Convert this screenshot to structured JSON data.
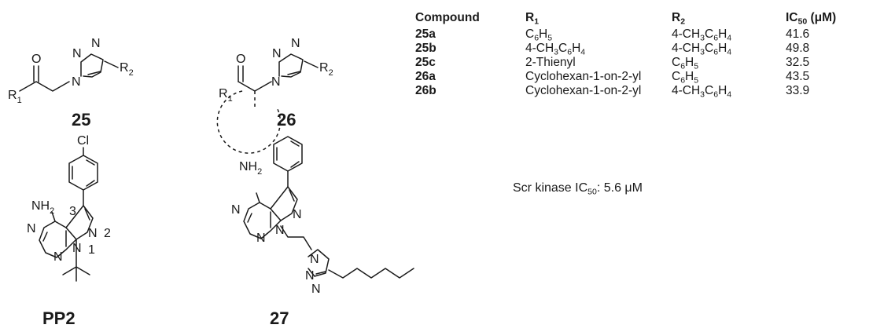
{
  "structures": {
    "s25": {
      "label": "25",
      "atoms": {
        "O": "O",
        "N1": "N",
        "N2": "N",
        "N3": "N",
        "R1": "R",
        "R1_sub": "1",
        "R2": "R",
        "R2_sub": "2"
      }
    },
    "s26": {
      "label": "26",
      "atoms": {
        "O": "O",
        "N1": "N",
        "N2": "N",
        "N3": "N",
        "R1": "R",
        "R1_sub": "1",
        "R2": "R",
        "R2_sub": "2"
      }
    },
    "pp2": {
      "label": "PP2",
      "atoms": {
        "Cl": "Cl",
        "NH": "NH",
        "NH_sub": "2",
        "Na": "N",
        "Nb": "N",
        "N2": "N",
        "N1": "N",
        "pos1": "1",
        "pos2": "2",
        "pos3": "3"
      }
    },
    "s27": {
      "label": "27",
      "atoms": {
        "NH": "NH",
        "NH_sub": "2",
        "Na": "N",
        "Nb": "N",
        "N2": "N",
        "N1": "N",
        "Nt1": "N",
        "Nt2": "N",
        "Nt3": "N"
      }
    }
  },
  "table": {
    "headers": {
      "compound": "Compound",
      "r1": "R",
      "r1_sub": "1",
      "r2": "R",
      "r2_sub": "2",
      "ic50": "IC",
      "ic50_sub": "50",
      "ic50_unit": " (μM)"
    },
    "rows": [
      {
        "compound": "25a",
        "r1": [
          [
            "C",
            "6"
          ],
          [
            "H",
            "5"
          ]
        ],
        "r2": [
          [
            "4-CH",
            "3"
          ],
          [
            "C",
            "6"
          ],
          [
            "H",
            "4"
          ]
        ],
        "ic50": "41.6"
      },
      {
        "compound": "25b",
        "r1": [
          [
            "4-CH",
            "3"
          ],
          [
            "C",
            "6"
          ],
          [
            "H",
            "4"
          ]
        ],
        "r2": [
          [
            "4-CH",
            "3"
          ],
          [
            "C",
            "6"
          ],
          [
            "H",
            "4"
          ]
        ],
        "ic50": "49.8"
      },
      {
        "compound": "25c",
        "r1": [
          [
            "2-Thienyl",
            ""
          ]
        ],
        "r2": [
          [
            "C",
            "6"
          ],
          [
            "H",
            "5"
          ]
        ],
        "ic50": "32.5"
      },
      {
        "compound": "26a",
        "r1": [
          [
            "Cyclohexan-1-on-2-yl",
            ""
          ]
        ],
        "r2": [
          [
            "C",
            "6"
          ],
          [
            "H",
            "5"
          ]
        ],
        "ic50": "43.5"
      },
      {
        "compound": "26b",
        "r1": [
          [
            "Cyclohexan-1-on-2-yl",
            ""
          ]
        ],
        "r2": [
          [
            "4-CH",
            "3"
          ],
          [
            "C",
            "6"
          ],
          [
            "H",
            "4"
          ]
        ],
        "ic50": "33.9"
      }
    ]
  },
  "note": {
    "prefix": "Scr kinase IC",
    "sub": "50",
    "suffix": ": 5.6 μM"
  }
}
